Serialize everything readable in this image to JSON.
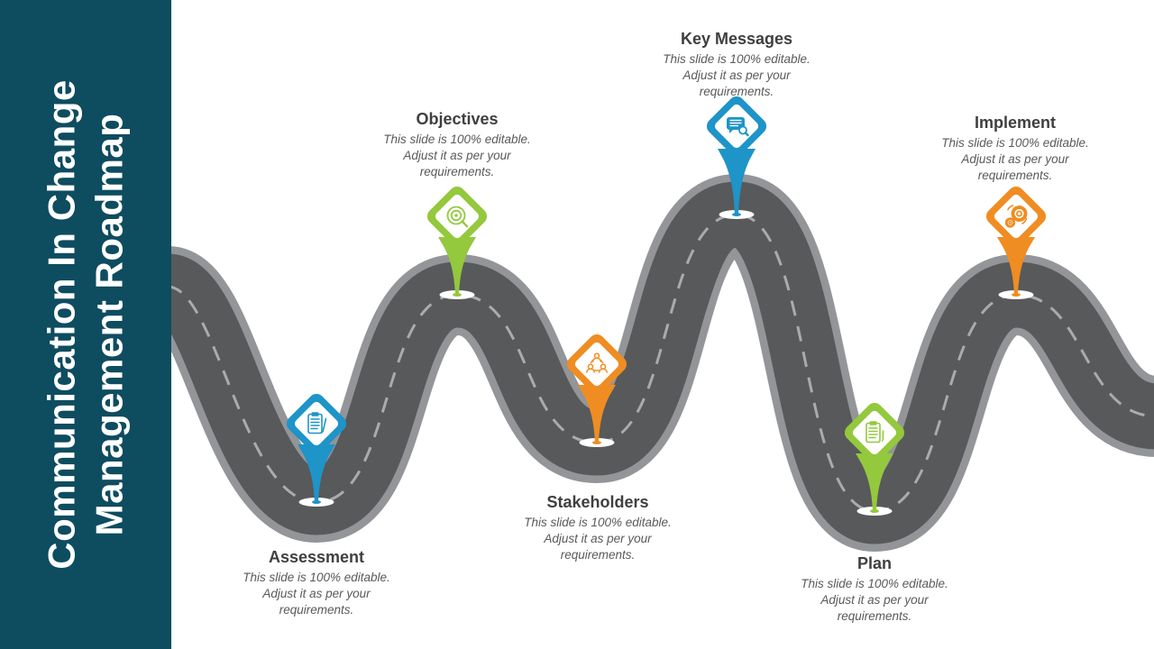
{
  "slide": {
    "sidebar": {
      "title_line1": "Communication In Change",
      "title_line2": "Management Roadmap",
      "bg_color": "#0e4c60",
      "text_color": "#ffffff"
    },
    "road": {
      "surface_color": "#58595b",
      "border_color": "#939598",
      "dash_color": "#a9abae",
      "marker_color": "#ffffff"
    },
    "milestones": [
      {
        "title": "Assessment",
        "desc": "This slide is 100% editable. Adjust it as per your requirements.",
        "color": "#1e94c8",
        "icon": "clipboard-pencil-icon"
      },
      {
        "title": "Objectives",
        "desc": "This slide is 100% editable. Adjust it as per your requirements.",
        "color": "#94c83d",
        "icon": "target-icon"
      },
      {
        "title": "Stakeholders",
        "desc": "This slide is 100% editable. Adjust it as per your requirements.",
        "color": "#ef8d22",
        "icon": "team-network-icon"
      },
      {
        "title": "Key Messages",
        "desc": "This slide is 100% editable. Adjust it as per your requirements.",
        "color": "#1e94c8",
        "icon": "message-search-icon"
      },
      {
        "title": "Plan",
        "desc": "This slide is 100% editable. Adjust it as per your requirements.",
        "color": "#94c83d",
        "icon": "clipboard-list-icon"
      },
      {
        "title": "Implement",
        "desc": "This slide is 100% editable. Adjust it as per your requirements.",
        "color": "#ef8d22",
        "icon": "gears-icon"
      }
    ]
  }
}
